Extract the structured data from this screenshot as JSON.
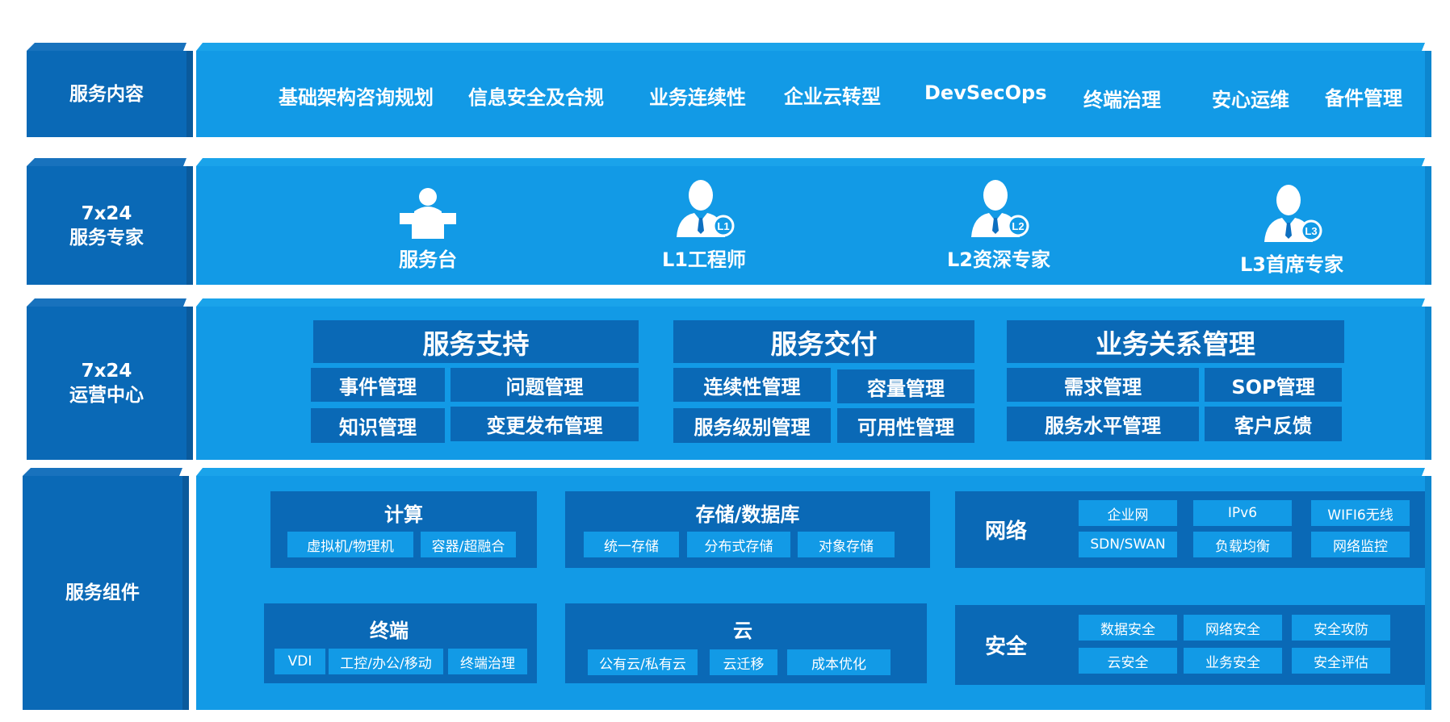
{
  "rows": {
    "service_content": "服务内容",
    "experts": "7x24\n服务专家",
    "ops_center": "7x24\n运营中心",
    "components": "服务组件"
  },
  "services": [
    "基础架构咨询规划",
    "信息安全及合规",
    "业务连续性",
    "企业云转型",
    "DevSecOps",
    "终端治理",
    "安心运维",
    "备件管理"
  ],
  "roles": [
    {
      "name": "服务台",
      "icon": "service-desk-icon"
    },
    {
      "name": "L1工程师",
      "icon": "engineer-l1-icon",
      "badge": "L1"
    },
    {
      "name": "L2资深专家",
      "icon": "expert-l2-icon",
      "badge": "L2"
    },
    {
      "name": "L3首席专家",
      "icon": "expert-l3-icon",
      "badge": "L3"
    }
  ],
  "ops_groups": [
    {
      "title": "服务支持",
      "items": [
        "事件管理",
        "问题管理",
        "知识管理",
        "变更发布管理"
      ]
    },
    {
      "title": "服务交付",
      "items": [
        "连续性管理",
        "容量管理",
        "服务级别管理",
        "可用性管理"
      ]
    },
    {
      "title": "业务关系管理",
      "items": [
        "需求管理",
        "SOP管理",
        "服务水平管理",
        "客户反馈"
      ]
    }
  ],
  "components": {
    "compute": {
      "title": "计算",
      "items": [
        "虚拟机/物理机",
        "容器/超融合"
      ]
    },
    "storage": {
      "title": "存储/数据库",
      "items": [
        "统一存储",
        "分布式存储",
        "对象存储"
      ]
    },
    "network": {
      "title": "网络",
      "items": [
        "企业网",
        "IPv6",
        "WIFI6无线",
        "SDN/SWAN",
        "负载均衡",
        "网络监控"
      ]
    },
    "terminal": {
      "title": "终端",
      "items": [
        "VDI",
        "工控/办公/移动",
        "终端治理"
      ]
    },
    "cloud": {
      "title": "云",
      "items": [
        "公有云/私有云",
        "云迁移",
        "成本优化"
      ]
    },
    "security": {
      "title": "安全",
      "items": [
        "数据安全",
        "网络安全",
        "安全攻防",
        "云安全",
        "业务安全",
        "安全评估"
      ]
    }
  },
  "colors": {
    "label_bg": "#0a69b6",
    "panel_bg": "#129ae6",
    "chip_bg": "#129ae6"
  }
}
